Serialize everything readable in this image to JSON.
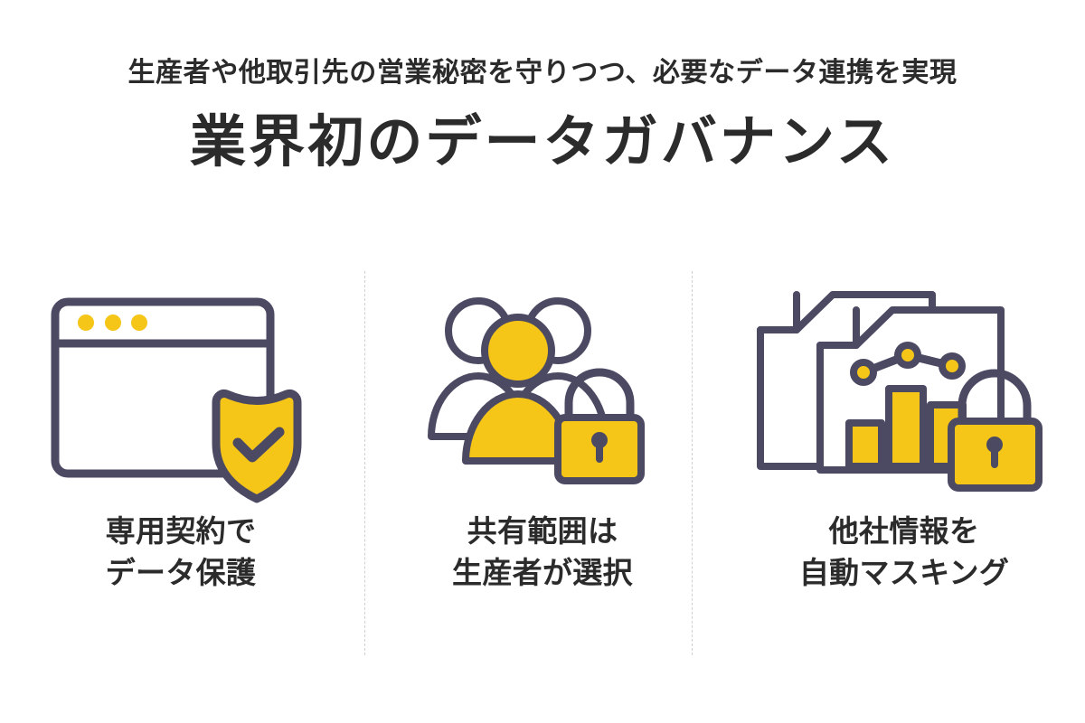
{
  "header": {
    "subtitle": "生産者や他取引先の営業秘密を守りつつ、必要なデータ連携を実現",
    "headline": "業界初のデータガバナンス"
  },
  "theme": {
    "background": "#FFFFFF",
    "text": "#2B2B2B",
    "accent_yellow": "#F5C518",
    "stroke_navy": "#4C4A63",
    "divider": "#CFCFD4"
  },
  "columns": [
    {
      "id": "contract-data-protection",
      "icon": "browser-window-shield-icon",
      "caption_line1": "専用契約で",
      "caption_line2": "データ保護"
    },
    {
      "id": "sharing-scope-selection",
      "icon": "people-group-lock-icon",
      "caption_line1": "共有範囲は",
      "caption_line2": "生産者が選択"
    },
    {
      "id": "auto-masking",
      "icon": "documents-chart-lock-icon",
      "caption_line1": "他社情報を",
      "caption_line2": "自動マスキング"
    }
  ]
}
